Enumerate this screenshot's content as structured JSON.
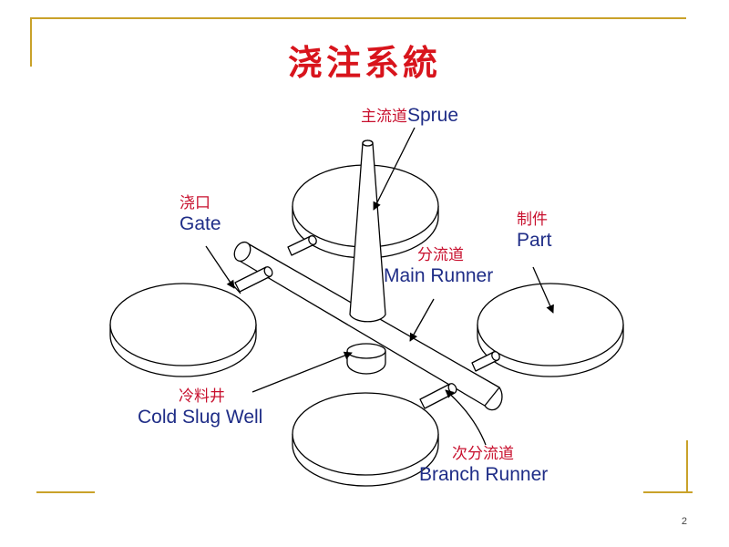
{
  "slide": {
    "title": "浇注系統",
    "page_number": "2"
  },
  "labels": {
    "sprue": {
      "zh": "主流道",
      "en": "Sprue"
    },
    "gate": {
      "zh": "浇口",
      "en": "Gate"
    },
    "part": {
      "zh": "制件",
      "en": "Part"
    },
    "main_runner": {
      "zh": "分流道",
      "en": "Main Runner"
    },
    "cold_slug_well": {
      "zh": "冷料井",
      "en": "Cold Slug Well"
    },
    "branch_runner": {
      "zh": "次分流道",
      "en": "Branch Runner"
    }
  },
  "colors": {
    "title": "#d8141c",
    "zh_text": "#c8102e",
    "en_text": "#1f2d87",
    "rule": "#c9a22a"
  }
}
